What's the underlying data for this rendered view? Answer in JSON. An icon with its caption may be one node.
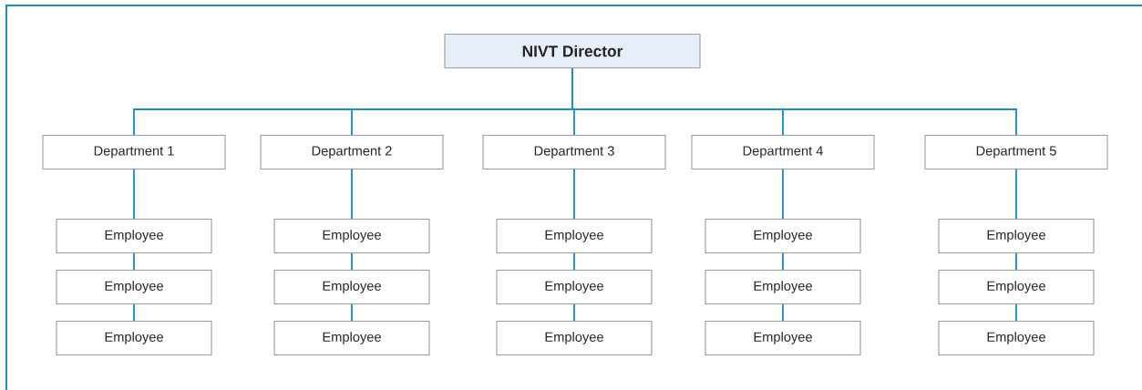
{
  "diagram": {
    "nodes": [
      {
        "text": [
          "NIVT Director"
        ]
      },
      {
        "text": [
          "Department 1"
        ]
      },
      {
        "text": [
          "Department 2"
        ]
      },
      {
        "text": [
          "Department 3"
        ]
      },
      {
        "text": [
          "Department 4"
        ]
      },
      {
        "text": [
          "Department 5"
        ]
      },
      {
        "text": [
          "Employee"
        ]
      },
      {
        "text": [
          "Employee"
        ]
      },
      {
        "text": [
          "Employee"
        ]
      },
      {
        "text": [
          "Employee"
        ]
      },
      {
        "text": [
          "Employee"
        ]
      },
      {
        "text": [
          "Employee"
        ]
      },
      {
        "text": [
          "Employee"
        ]
      },
      {
        "text": [
          "Employee"
        ]
      },
      {
        "text": [
          "Employee"
        ]
      },
      {
        "text": [
          "Employee"
        ]
      },
      {
        "text": [
          "Employee"
        ]
      },
      {
        "text": [
          "Employee"
        ]
      },
      {
        "text": [
          "Employee"
        ]
      },
      {
        "text": [
          "Employee"
        ]
      },
      {
        "text": [
          "Employee"
        ]
      }
    ],
    "edges": [
      {
        "from": 0,
        "to": 1,
        "arrow": "none"
      },
      {
        "from": 0,
        "to": 2,
        "arrow": "none"
      },
      {
        "from": 0,
        "to": 3,
        "arrow": "none"
      },
      {
        "from": 0,
        "to": 4,
        "arrow": "none"
      },
      {
        "from": 0,
        "to": 5,
        "arrow": "none"
      },
      {
        "from": 1,
        "to": 6,
        "arrow": "none"
      },
      {
        "from": 6,
        "to": 7,
        "arrow": "none"
      },
      {
        "from": 7,
        "to": 8,
        "arrow": "none"
      },
      {
        "from": 2,
        "to": 9,
        "arrow": "none"
      },
      {
        "from": 9,
        "to": 10,
        "arrow": "none"
      },
      {
        "from": 10,
        "to": 11,
        "arrow": "none"
      },
      {
        "from": 3,
        "to": 12,
        "arrow": "none"
      },
      {
        "from": 12,
        "to": 13,
        "arrow": "none"
      },
      {
        "from": 13,
        "to": 14,
        "arrow": "none"
      },
      {
        "from": 4,
        "to": 15,
        "arrow": "none"
      },
      {
        "from": 15,
        "to": 16,
        "arrow": "none"
      },
      {
        "from": 16,
        "to": 17,
        "arrow": "none"
      },
      {
        "from": 5,
        "to": 18,
        "arrow": "none"
      },
      {
        "from": 18,
        "to": 19,
        "arrow": "none"
      },
      {
        "from": 19,
        "to": 20,
        "arrow": "none"
      }
    ]
  }
}
